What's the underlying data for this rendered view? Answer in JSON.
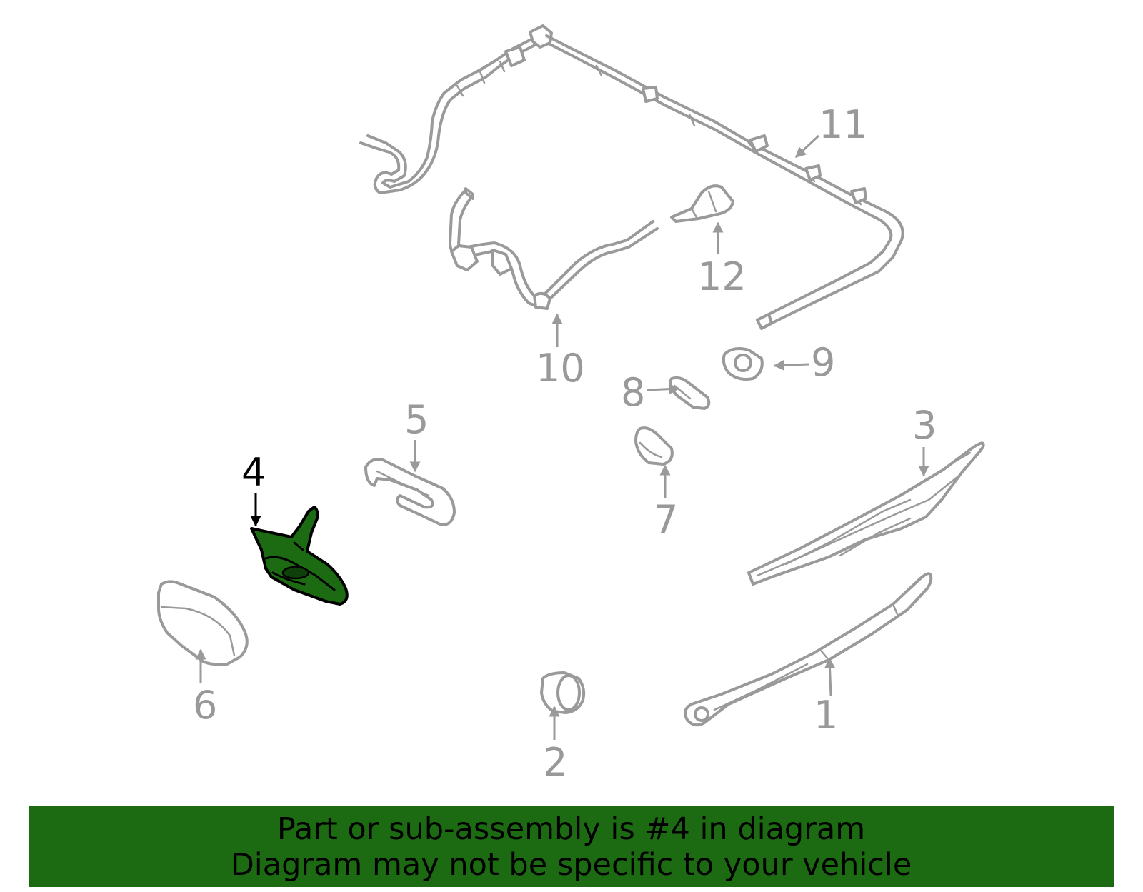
{
  "colors": {
    "highlight_fill": "#1c6b12",
    "part_stroke": "#9a9a9a",
    "label_gray": "#999999",
    "highlight_label": "#000000",
    "banner_bg": "#1c6b12"
  },
  "callouts": {
    "c1": "1",
    "c2": "2",
    "c3": "3",
    "c4": "4",
    "c5": "5",
    "c6": "6",
    "c7": "7",
    "c8": "8",
    "c9": "9",
    "c10": "10",
    "c11": "11",
    "c12": "12"
  },
  "highlighted_part": "4",
  "banner": {
    "line1": "Part or sub-assembly is #4 in diagram",
    "line2": "Diagram may not be specific to your vehicle"
  }
}
